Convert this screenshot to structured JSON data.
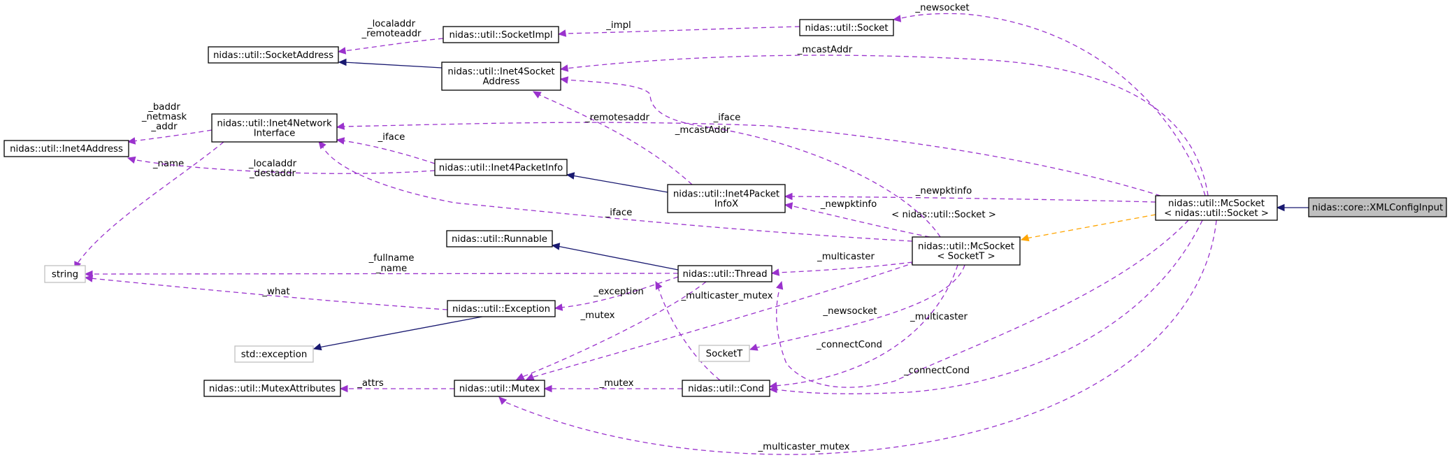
{
  "nodes": {
    "xmlconfig": {
      "lines": [
        "nidas::core::XMLConfigInput"
      ]
    },
    "mcsock_inst": {
      "lines": [
        "nidas::util::McSocket",
        "< nidas::util::Socket >"
      ]
    },
    "mcsock_tmpl": {
      "lines": [
        "nidas::util::McSocket",
        "< SocketT >"
      ]
    },
    "socket": {
      "lines": [
        "nidas::util::Socket"
      ]
    },
    "socketimpl": {
      "lines": [
        "nidas::util::SocketImpl"
      ]
    },
    "sockaddr": {
      "lines": [
        "nidas::util::SocketAddress"
      ]
    },
    "inet4sock": {
      "lines": [
        "nidas::util::Inet4Socket",
        "Address"
      ]
    },
    "inet4netif": {
      "lines": [
        "nidas::util::Inet4Network",
        "Interface"
      ]
    },
    "inet4addr": {
      "lines": [
        "nidas::util::Inet4Address"
      ]
    },
    "pktinfo": {
      "lines": [
        "nidas::util::Inet4PacketInfo"
      ]
    },
    "pktinfox": {
      "lines": [
        "nidas::util::Inet4Packet",
        "InfoX"
      ]
    },
    "runnable": {
      "lines": [
        "nidas::util::Runnable"
      ]
    },
    "thread": {
      "lines": [
        "nidas::util::Thread"
      ]
    },
    "string": {
      "lines": [
        "string"
      ]
    },
    "exception": {
      "lines": [
        "nidas::util::Exception"
      ]
    },
    "stdexc": {
      "lines": [
        "std::exception"
      ]
    },
    "socketT": {
      "lines": [
        "SocketT"
      ]
    },
    "mutexattr": {
      "lines": [
        "nidas::util::MutexAttributes"
      ]
    },
    "mutex": {
      "lines": [
        "nidas::util::Mutex"
      ]
    },
    "cond": {
      "lines": [
        "nidas::util::Cond"
      ]
    }
  },
  "edges": [
    {
      "id": "xml-mcinst",
      "kind": "inherit",
      "from": "xmlconfig",
      "to": "mcsock_inst"
    },
    {
      "id": "inet4sock-sockaddr",
      "kind": "inherit",
      "from": "inet4sock",
      "to": "sockaddr"
    },
    {
      "id": "pktinfox-pktinfo",
      "kind": "inherit",
      "from": "pktinfox",
      "to": "pktinfo"
    },
    {
      "id": "thread-runnable",
      "kind": "inherit",
      "from": "thread",
      "to": "runnable"
    },
    {
      "id": "exc-stdexc",
      "kind": "inherit",
      "from": "exception",
      "to": "stdexc"
    },
    {
      "id": "mcinst-mctmpl",
      "kind": "template",
      "from": "mcsock_inst",
      "to": "mcsock_tmpl",
      "label": [
        "< nidas::util::Socket >"
      ]
    },
    {
      "id": "mcinst-socket",
      "kind": "usage",
      "from": "mcsock_inst",
      "to": "socket",
      "label": [
        "_newsocket"
      ]
    },
    {
      "id": "mcinst-inet4sock",
      "kind": "usage",
      "from": "mcsock_inst",
      "to": "inet4sock",
      "label": [
        "_mcastAddr"
      ]
    },
    {
      "id": "mcinst-netif",
      "kind": "usage",
      "from": "mcsock_inst",
      "to": "inet4netif",
      "label": [
        "_iface"
      ]
    },
    {
      "id": "mcinst-pktinfox",
      "kind": "usage",
      "from": "mcsock_inst",
      "to": "pktinfox",
      "label": [
        "_newpktinfo"
      ]
    },
    {
      "id": "mcinst-thread",
      "kind": "usage",
      "from": "mcsock_inst",
      "to": "thread",
      "label": [
        "_multicaster"
      ]
    },
    {
      "id": "mcinst-cond",
      "kind": "usage",
      "from": "mcsock_inst",
      "to": "cond",
      "label": [
        "_connectCond"
      ]
    },
    {
      "id": "mcinst-mutex",
      "kind": "usage",
      "from": "mcsock_inst",
      "to": "mutex",
      "label": [
        "_multicaster_mutex"
      ]
    },
    {
      "id": "socket-impl",
      "kind": "usage",
      "from": "socket",
      "to": "socketimpl",
      "label": [
        "_impl"
      ]
    },
    {
      "id": "impl-sockaddr",
      "kind": "usage",
      "from": "socketimpl",
      "to": "sockaddr",
      "label": [
        "_localaddr",
        "_remoteaddr"
      ]
    },
    {
      "id": "pktx-inet4sock",
      "kind": "usage",
      "from": "pktinfox",
      "to": "inet4sock",
      "label": [
        "_remotesaddr"
      ]
    },
    {
      "id": "mctmpl-inet4sock",
      "kind": "usage",
      "from": "mcsock_tmpl",
      "to": "inet4sock",
      "label": [
        "_mcastAddr"
      ]
    },
    {
      "id": "netif-inet4addr",
      "kind": "usage",
      "from": "inet4netif",
      "to": "inet4addr",
      "label": [
        "_baddr",
        "_netmask",
        "_addr"
      ]
    },
    {
      "id": "netif-string",
      "kind": "usage",
      "from": "inet4netif",
      "to": "string",
      "label": [
        "_name"
      ]
    },
    {
      "id": "pktinfo-netif",
      "kind": "usage",
      "from": "pktinfo",
      "to": "inet4netif",
      "label": [
        "_iface"
      ]
    },
    {
      "id": "pktinfo-inet4addr",
      "kind": "usage",
      "from": "pktinfo",
      "to": "inet4addr",
      "label": [
        "_localaddr",
        "_destaddr"
      ]
    },
    {
      "id": "mctmpl-netif",
      "kind": "usage",
      "from": "mcsock_tmpl",
      "to": "inet4netif",
      "label": [
        "_iface"
      ]
    },
    {
      "id": "mctmpl-pktinfox",
      "kind": "usage",
      "from": "mcsock_tmpl",
      "to": "pktinfox",
      "label": [
        "_newpktinfo"
      ]
    },
    {
      "id": "mctmpl-thread",
      "kind": "usage",
      "from": "mcsock_tmpl",
      "to": "thread",
      "label": [
        "_multicaster"
      ]
    },
    {
      "id": "thread-string",
      "kind": "usage",
      "from": "thread",
      "to": "string",
      "label": [
        "_fullname",
        "_name"
      ]
    },
    {
      "id": "thread-exception",
      "kind": "usage",
      "from": "thread",
      "to": "exception",
      "label": [
        "_exception"
      ]
    },
    {
      "id": "exception-string",
      "kind": "usage",
      "from": "exception",
      "to": "string",
      "label": [
        "_what"
      ]
    },
    {
      "id": "thread-mutex",
      "kind": "usage",
      "from": "thread",
      "to": "mutex",
      "label": [
        "_mutex"
      ]
    },
    {
      "id": "mctmpl-mutex",
      "kind": "usage",
      "from": "mcsock_tmpl",
      "to": "mutex",
      "label": [
        "_multicaster_mutex"
      ]
    },
    {
      "id": "mctmpl-socketT",
      "kind": "usage",
      "from": "mcsock_tmpl",
      "to": "socketT",
      "label": [
        "_newsocket"
      ]
    },
    {
      "id": "mctmpl-cond",
      "kind": "usage",
      "from": "mcsock_tmpl",
      "to": "cond",
      "label": [
        "_connectCond"
      ]
    },
    {
      "id": "cond-thread",
      "kind": "usage",
      "from": "cond",
      "to": "thread",
      "label": []
    },
    {
      "id": "mutex-attr",
      "kind": "usage",
      "from": "mutex",
      "to": "mutexattr",
      "label": [
        "_attrs"
      ]
    },
    {
      "id": "cond-mutex",
      "kind": "usage",
      "from": "cond",
      "to": "mutex",
      "label": [
        "_mutex"
      ]
    }
  ]
}
